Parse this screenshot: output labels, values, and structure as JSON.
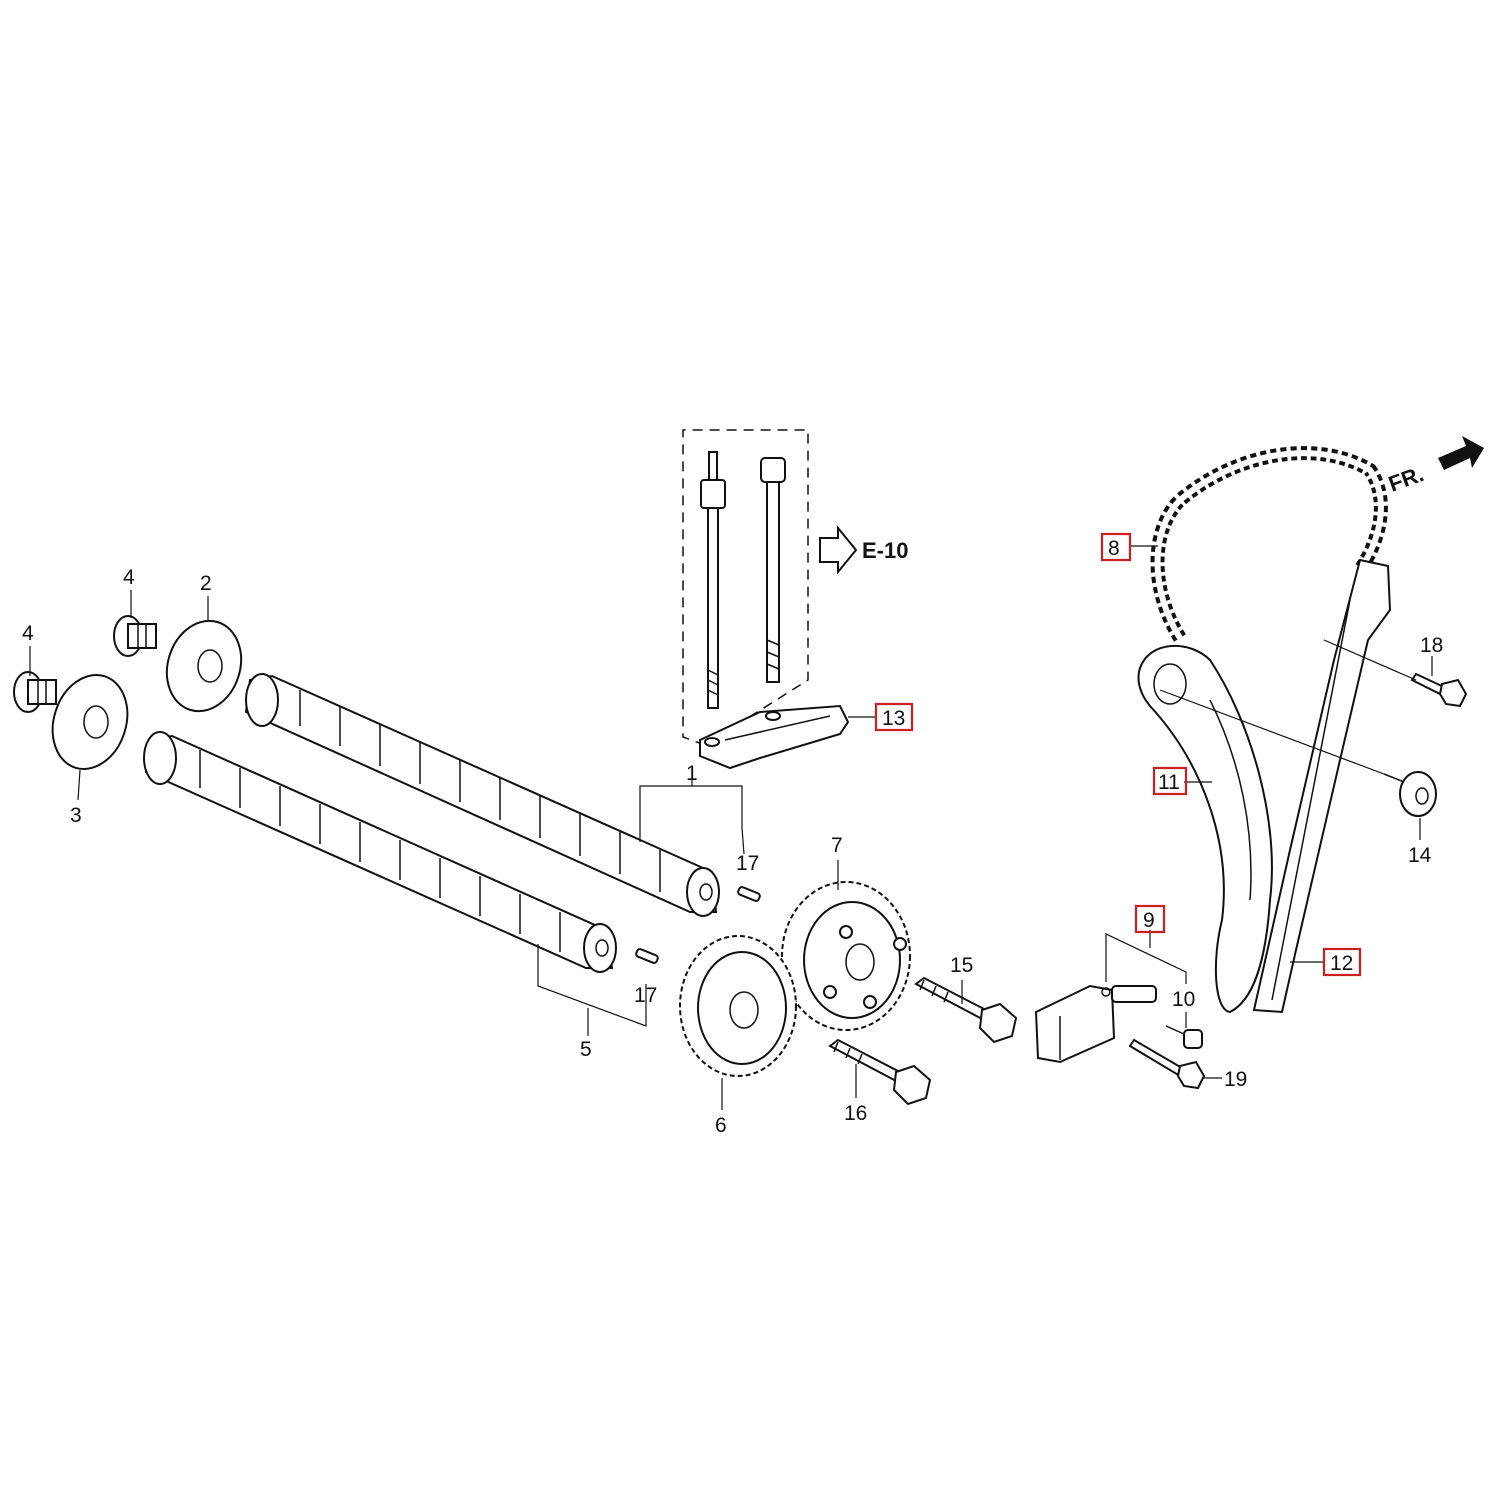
{
  "highlight_color": "#cc1f1f",
  "reference": {
    "text": "E-10"
  },
  "direction": {
    "text": "FR."
  },
  "callouts": {
    "c1": "1",
    "c2": "2",
    "c3": "3",
    "c4a": "4",
    "c4b": "4",
    "c5": "5",
    "c6": "6",
    "c7": "7",
    "c8": "8",
    "c9": "9",
    "c10": "10",
    "c11": "11",
    "c12": "12",
    "c13": "13",
    "c14": "14",
    "c15": "15",
    "c16": "16",
    "c17a": "17",
    "c17b": "17",
    "c18": "18",
    "c19": "19"
  },
  "highlighted_callouts": [
    "8",
    "9",
    "11",
    "12",
    "13"
  ]
}
